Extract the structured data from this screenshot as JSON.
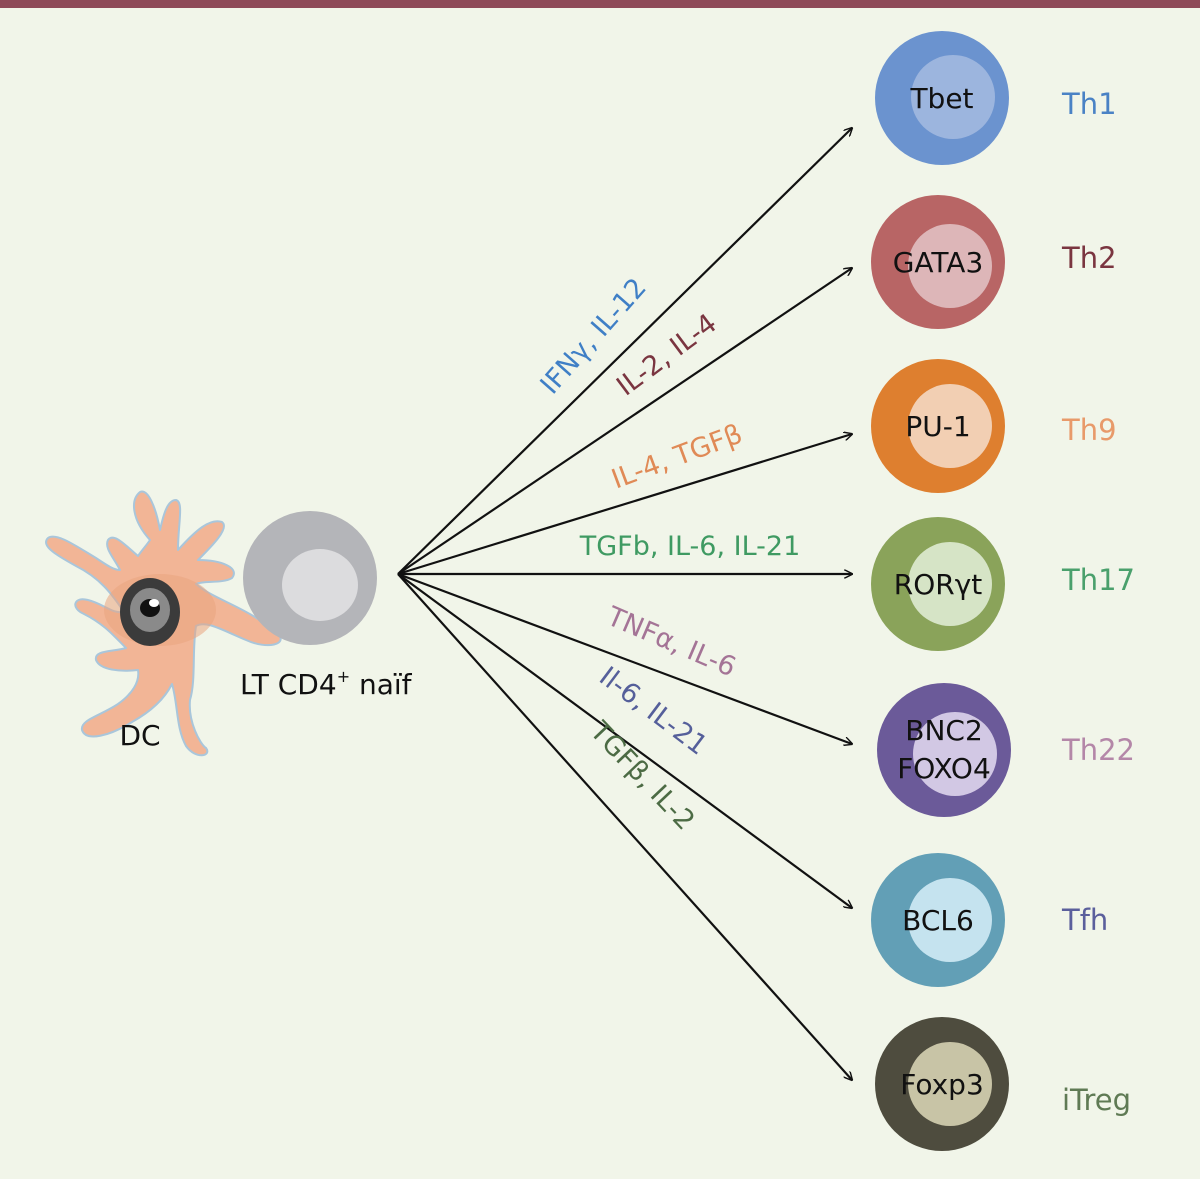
{
  "colors": {
    "background": "#f1f5e9",
    "top_bar": "#8e4a58",
    "arrow": "#111111",
    "naive_outer": "#b4b5b9",
    "naive_inner": "#dcdcde",
    "dc_body": "#f2b596",
    "dc_outline": "#a9c6db"
  },
  "dendritic_cell": {
    "label": "DC"
  },
  "naive_cell": {
    "label_main": "LT CD4",
    "label_sup": "+",
    "label_end": " naïf"
  },
  "subsets": [
    {
      "id": "th1",
      "factor": "Tbet",
      "name": "Th1",
      "cytokines": "IFNγ, IL-12",
      "outer": "#6b93cf",
      "inner": "#9cb5de",
      "name_color": "#4a82c5",
      "cyto_color": "#3f7fc6"
    },
    {
      "id": "th2",
      "factor": "GATA3",
      "name": "Th2",
      "cytokines": "IL-2, IL-4",
      "outer": "#b86565",
      "inner": "#ddb6b8",
      "name_color": "#7a3540",
      "cyto_color": "#7a3540"
    },
    {
      "id": "th9",
      "factor": "PU-1",
      "name": "Th9",
      "cytokines": "IL-4, TGFβ",
      "outer": "#de7f2f",
      "inner": "#f2cfb3",
      "name_color": "#e89a6a",
      "cyto_color": "#e08a56"
    },
    {
      "id": "th17",
      "factor": "RORγt",
      "name": "Th17",
      "cytokines": "TGFb, IL-6, IL-21",
      "outer": "#8aa35a",
      "inner": "#d6e4c6",
      "name_color": "#4aa06c",
      "cyto_color": "#3f9a62"
    },
    {
      "id": "th22",
      "factor": [
        "BNC2",
        "FOXO4"
      ],
      "name": "Th22",
      "cytokines": "TNFα, IL-6",
      "outer": "#6b5a99",
      "inner": "#d2c8e4",
      "name_color": "#b487a8",
      "cyto_color": "#a47496"
    },
    {
      "id": "tfh",
      "factor": "BCL6",
      "name": "Tfh",
      "cytokines": "Il-6, IL-21",
      "outer": "#629fb6",
      "inner": "#c5e3ef",
      "name_color": "#5b5f9c",
      "cyto_color": "#555f9a"
    },
    {
      "id": "itreg",
      "factor": "Foxp3",
      "name": "iTreg",
      "cytokines": "TGFβ, IL-2",
      "outer": "#4e4c3e",
      "inner": "#c8c4a6",
      "name_color": "#5f7a54",
      "cyto_color": "#4c6b44"
    }
  ]
}
